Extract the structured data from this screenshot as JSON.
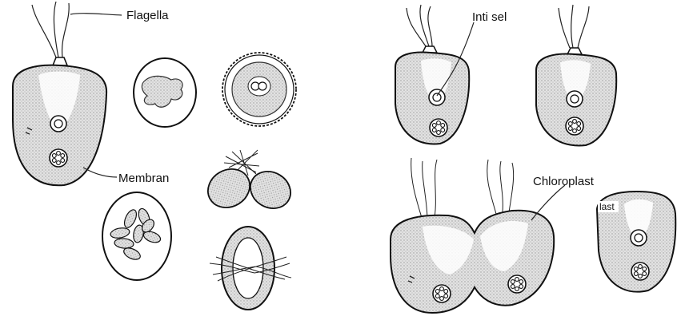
{
  "labels": {
    "flagella": "Flagella",
    "membran": "Membran",
    "inti_sel": "Inti sel",
    "chloroplast": "Chloroplast",
    "partial": "last"
  }
}
